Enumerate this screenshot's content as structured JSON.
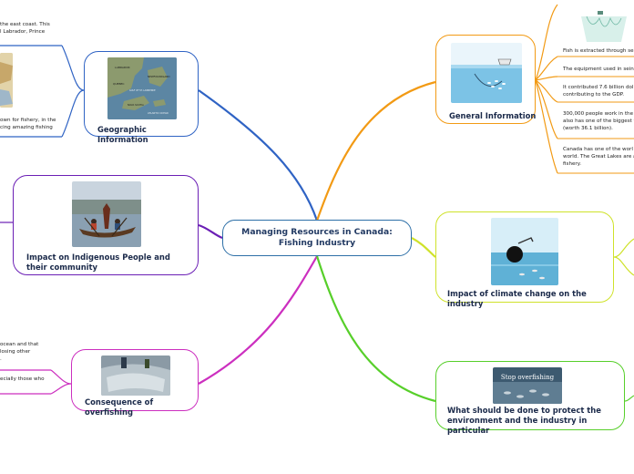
{
  "colors": {
    "center": "#2d6fa7",
    "geographic": "#2f63c4",
    "indigenous": "#6b1fb5",
    "overfishing": "#cc2fbf",
    "general": "#f29a14",
    "climate": "#cfe22a",
    "protect": "#57cf2a"
  },
  "central": {
    "title": "Managing Resources in Canada:\nFishing Industry"
  },
  "topics": {
    "geographic": {
      "title": "Geographic Information",
      "icon": "map-of-atlantic-canada-image",
      "map_labels": [
        "LABRADOR",
        "NEWFOUNDLAND",
        "QUEBEC",
        "GULF OF ST. LAWRENCE",
        "NOVA SCOTIA",
        "ATLANTIC OCEAN"
      ],
      "leaves": [
        {
          "lines": [
            "the east coast. This",
            "l Labrador, Prince"
          ]
        },
        {
          "lines": [
            "own for fishery, in the",
            "cing amazing fishing"
          ]
        }
      ]
    },
    "indigenous": {
      "title": "Impact on Indigenous People and their community",
      "icon": "canoe-paddlers-image"
    },
    "overfishing": {
      "title": "Consequence of overfishing",
      "icon": "fishing-net-catch-image",
      "leaves": [
        {
          "lines": [
            "ocean and that",
            "losing other",
            "."
          ]
        },
        {
          "lines": [
            "ecially those who"
          ]
        }
      ]
    },
    "general": {
      "title": "General Information",
      "icon": "seine-net-illustration-image",
      "leaves": [
        {
          "lines": [
            "Fish is extracted through sei"
          ]
        },
        {
          "lines": [
            "The equipment used in sein"
          ]
        },
        {
          "lines": [
            "It contributed 7.6 billion doll",
            "contributing to the GDP."
          ]
        },
        {
          "lines": [
            "300,000 people work in the f",
            "also has one of the biggest f",
            "(worth 36.1 billion)."
          ]
        },
        {
          "lines": [
            "Canada has one of the worl",
            "world. The Great Lakes are a",
            "fishery."
          ]
        }
      ]
    },
    "climate": {
      "title": "Impact of climate change on the industry",
      "icon": "oil-spill-fish-illustration-image"
    },
    "protect": {
      "title": "What should be done to protect the environment and the industry in particular",
      "icon": "stop-overfishing-image",
      "image_caption": "Stop overfishing"
    }
  }
}
